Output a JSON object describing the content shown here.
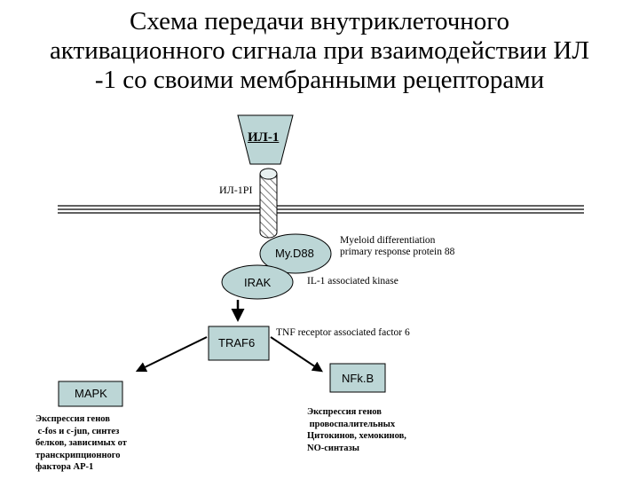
{
  "title": {
    "line1": "Схема передачи внутриклеточного",
    "line2": "активационного сигнала при взаимодействии ИЛ",
    "line3": "-1 со своими мембранными рецепторами"
  },
  "nodes": {
    "il1": "ИЛ-1",
    "il1r": "ИЛ-1РI",
    "myd88": "My.D88",
    "irak": "IRAK",
    "traf6": "TRAF6",
    "mapk": "MAPK",
    "nfkb": "NFk.B"
  },
  "annotations": {
    "myd88_line1": "Myeloid differentiation",
    "myd88_line2": "primary response protein 88",
    "irak": "IL-1 associated kinase",
    "traf6": "TNF receptor associated factor 6"
  },
  "outputs": {
    "mapk_lines": [
      "Экспрессия генов",
      " с-fos и с-jun, синтез",
      "белков, зависимых от",
      "транскрипционного",
      "фактора АР-1"
    ],
    "nfkb_lines": [
      "Экспрессия генов",
      " провоспалительных",
      "Цитокинов, хемокинов,",
      "NO-синтазы"
    ]
  },
  "colors": {
    "shape_fill": "#bcd6d6",
    "shape_stroke": "#000000",
    "arrow": "#000000"
  }
}
